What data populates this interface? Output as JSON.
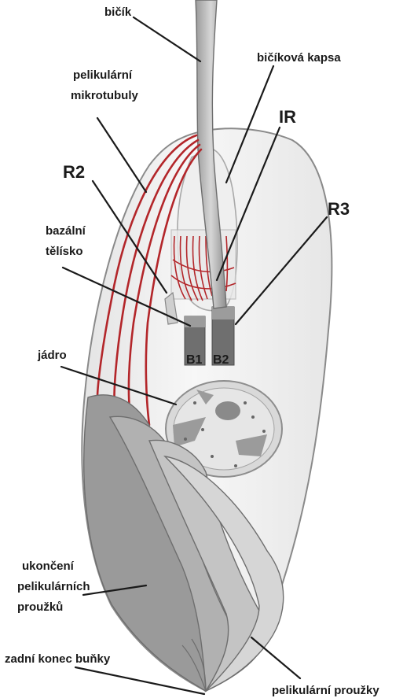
{
  "labels": {
    "flagellum": "bičík",
    "flagellar_pocket": "bičíková kapsa",
    "pellicular_microtubules_1": "pelikulární",
    "pellicular_microtubules_2": "mikrotubuly",
    "ir": "IR",
    "r2": "R2",
    "r3": "R3",
    "basal_body_1": "bazální",
    "basal_body_2": "tělísko",
    "b1": "B1",
    "b2": "B2",
    "nucleus": "jádro",
    "strip_end_1": "ukončení",
    "strip_end_2": "pelikulárních",
    "strip_end_3": "proužků",
    "posterior_end": "zadní konec buňky",
    "pellicular_strips": "pelikulární proužky"
  },
  "colors": {
    "microtubules": "#b3262a",
    "cell_body": "#f3f3f3",
    "strips_dark": "#8c8c8c",
    "strips_mid": "#b0b0b0",
    "strips_light": "#cfcfcf",
    "outline": "#7a7a7a"
  }
}
